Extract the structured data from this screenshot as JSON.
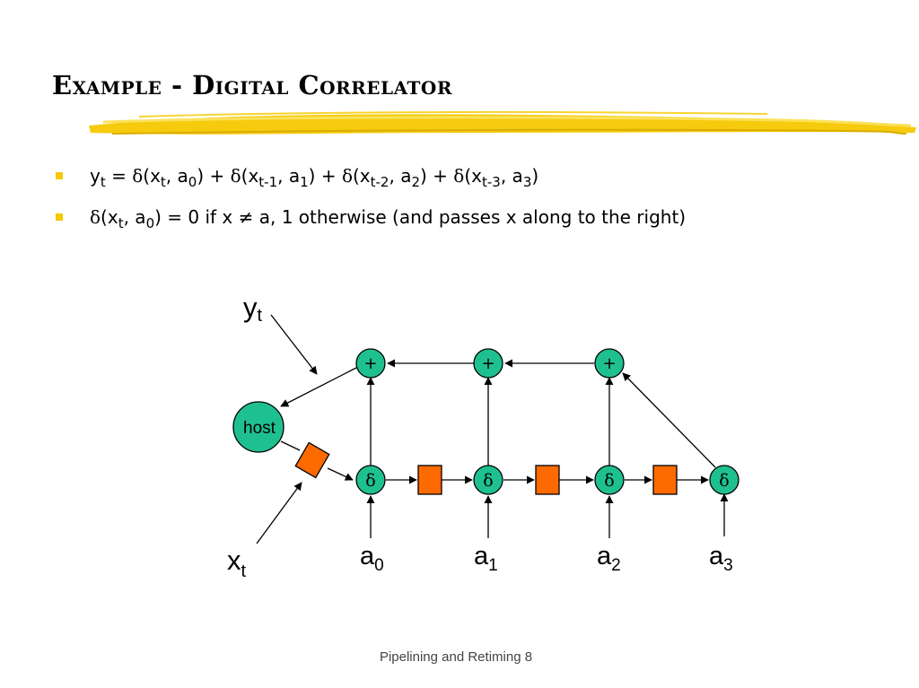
{
  "slide": {
    "title": "Example - Digital Correlator",
    "footer": "Pipelining and Retiming 8"
  },
  "bullets": [
    {
      "text": "y_t = δ(x_t, a_0) + δ(x_t-1, a_1) + δ(x_t-2, a_2) + δ(x_t-3, a_3)"
    },
    {
      "text": "δ(x_t, a_0) = 0 if x ≠ a, 1 otherwise (and passes x along to the right)"
    }
  ],
  "diagram": {
    "host_label": "host",
    "output_label": {
      "base": "y",
      "sub": "t"
    },
    "input_label": {
      "base": "x",
      "sub": "t"
    },
    "adder_symbol": "+",
    "delta_symbol": "δ",
    "coefficients": [
      {
        "base": "a",
        "sub": "0"
      },
      {
        "base": "a",
        "sub": "1"
      },
      {
        "base": "a",
        "sub": "2"
      },
      {
        "base": "a",
        "sub": "3"
      }
    ],
    "colors": {
      "node_fill": "#1fc08f",
      "register_fill": "#ff6a00",
      "brush": "#f5c800"
    }
  }
}
